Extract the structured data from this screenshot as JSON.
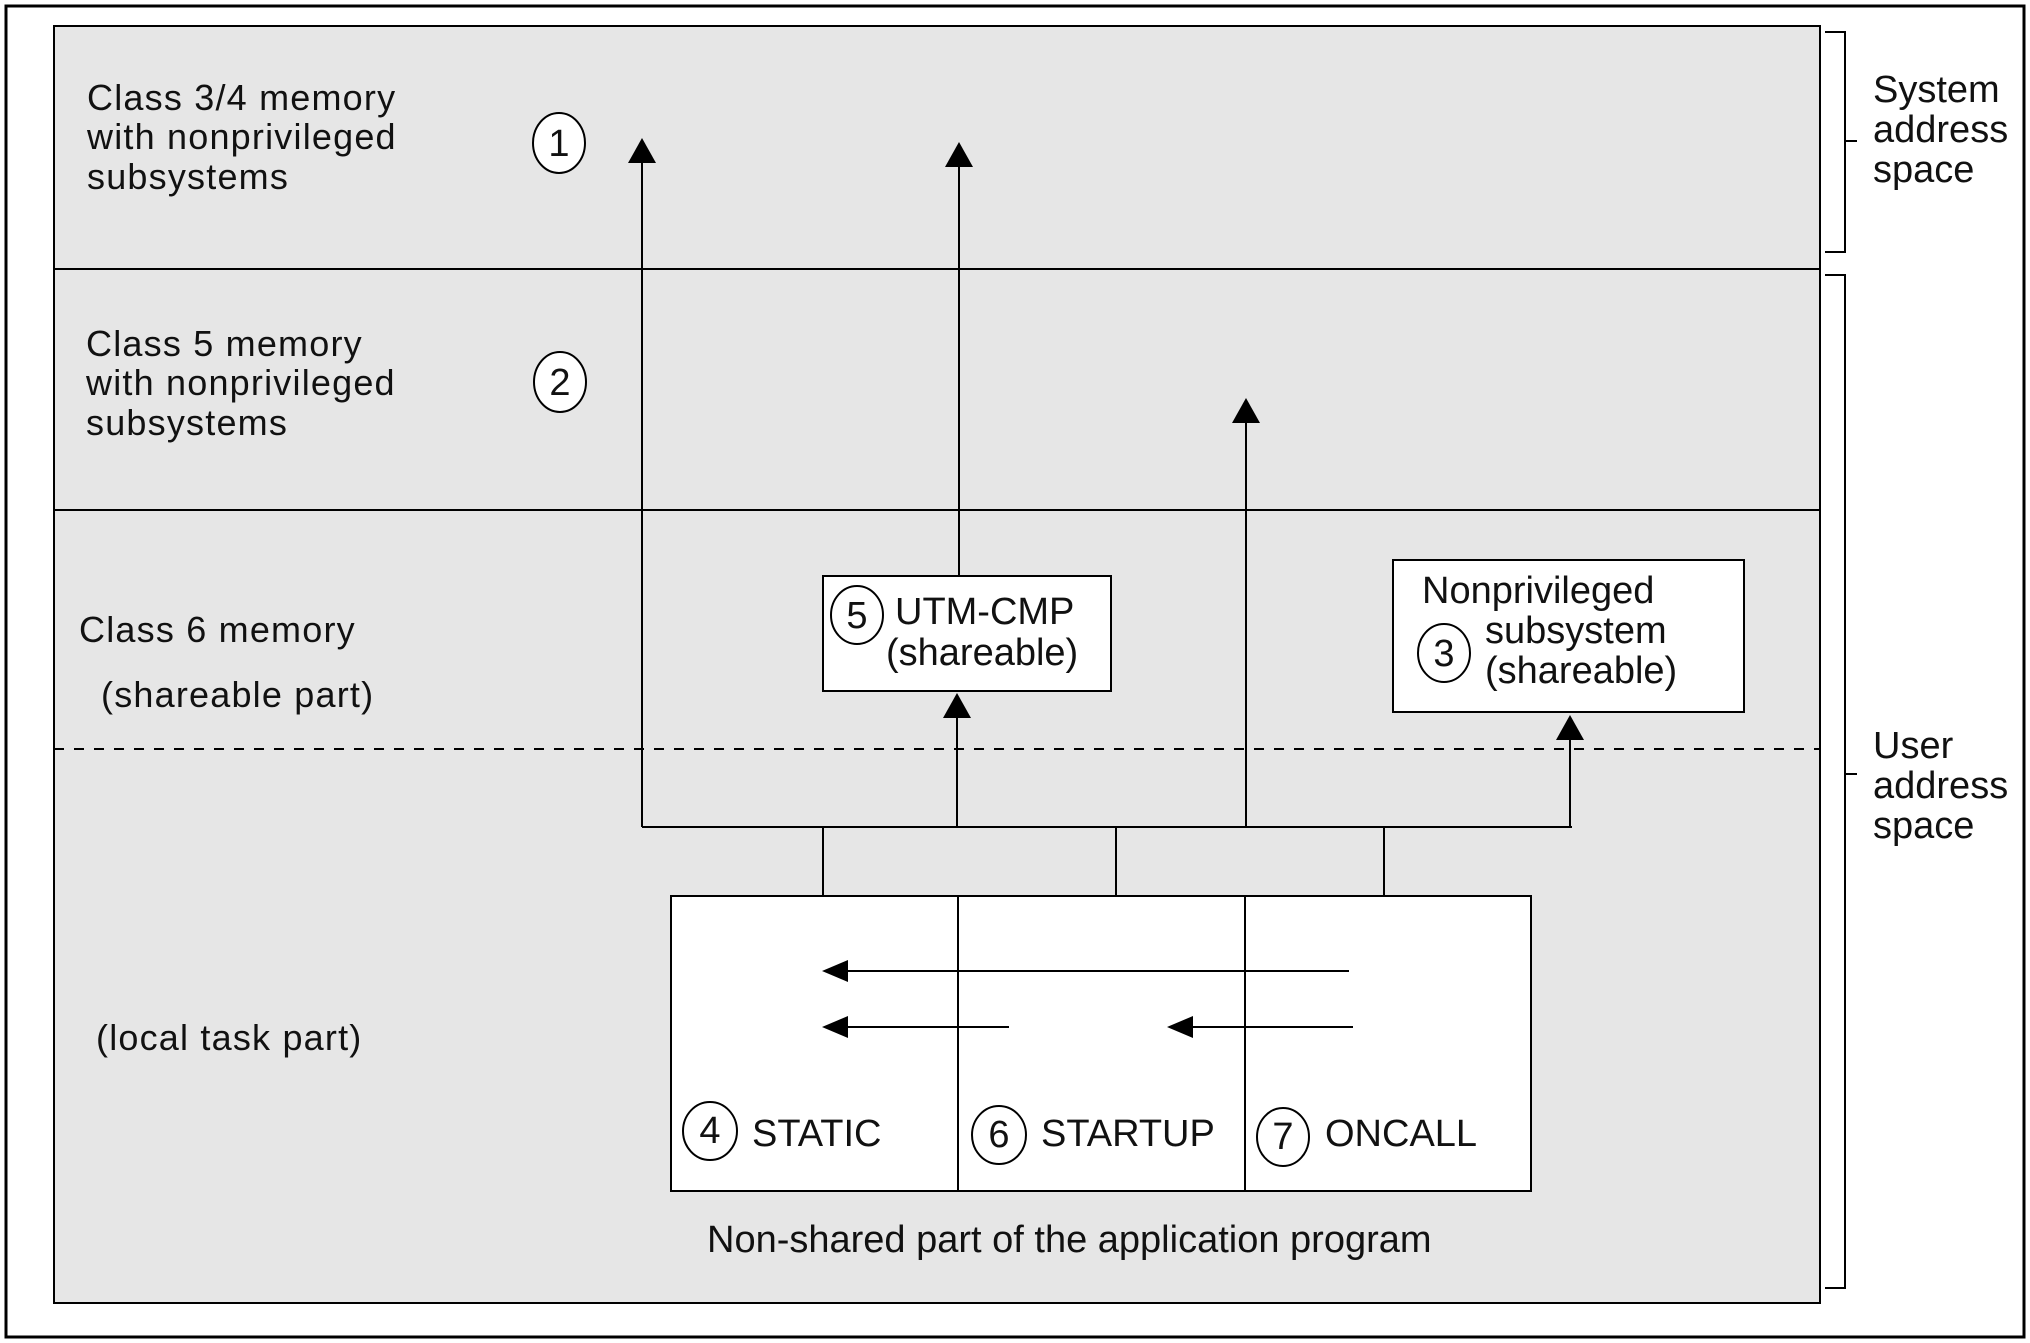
{
  "diagram": {
    "bands": {
      "class34": {
        "lines": [
          "Class 3/4 memory",
          "with nonprivileged",
          "subsystems"
        ],
        "number": "1"
      },
      "class5": {
        "lines": [
          "Class 5 memory",
          "with nonprivileged",
          "subsystems"
        ],
        "number": "2"
      },
      "class6": {
        "line1": "Class 6 memory",
        "line2": "(shareable part)",
        "local": "(local task part)"
      }
    },
    "utm_box": {
      "number": "5",
      "line1": "UTM-CMP",
      "line2": "(shareable)"
    },
    "subsystem_box": {
      "number": "3",
      "line1": "Nonprivileged",
      "line2": "subsystem",
      "line3": "(shareable)"
    },
    "program_parts": [
      {
        "number": "4",
        "label": "STATIC"
      },
      {
        "number": "6",
        "label": "STARTUP"
      },
      {
        "number": "7",
        "label": "ONCALL"
      }
    ],
    "program_caption": "Non-shared part of the application program",
    "side_labels": {
      "system": [
        "System",
        "address",
        "space"
      ],
      "user": [
        "User",
        "address",
        "space"
      ]
    }
  }
}
